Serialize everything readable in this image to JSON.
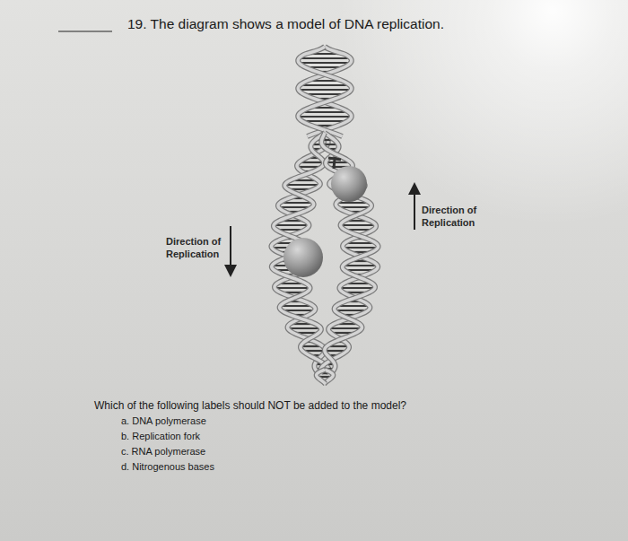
{
  "diagram": {
    "title": "19. The diagram shows a model of DNA replication.",
    "labels": [
      "Direction of Replication",
      "Direction of Replication",
      "Which of the following labels should NOT be added to the model?",
      "a. DNA polymerase",
      "b. Replication fork",
      "c. RNA polymerase",
      "d. Nitrogenous bases"
    ]
  }
}
